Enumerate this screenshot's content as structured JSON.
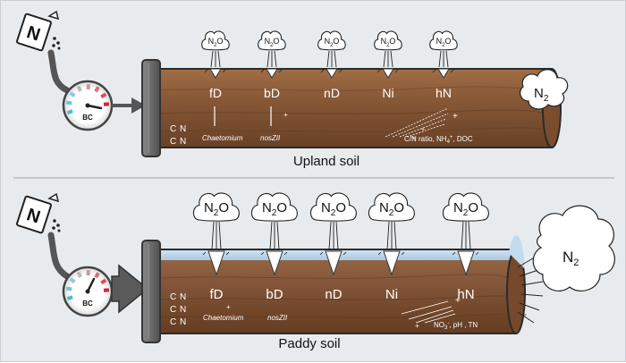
{
  "upland": {
    "title": "Upland soil",
    "processes": [
      "fD",
      "bD",
      "nD",
      "Ni",
      "hN"
    ],
    "n2o_label": "N",
    "n2o_sub": "2",
    "n2o_tail": "O",
    "n2_label": "N",
    "n2_sub": "2",
    "genes": {
      "chaetomium": "Chaetomium",
      "noszii": "nosZII"
    },
    "factors": "C/N ratio, NH",
    "factors_sub": "4",
    "factors_sup": "+",
    "factors_tail": ", DOC",
    "cn_label": [
      "C",
      "N"
    ],
    "bc_label": "BC",
    "n_bag": "N"
  },
  "paddy": {
    "title": "Paddy soil",
    "processes": [
      "fD",
      "bD",
      "nD",
      "Ni",
      "hN"
    ],
    "n2o_label": "N",
    "n2o_sub": "2",
    "n2o_tail": "O",
    "n2_label": "N",
    "n2_sub": "2",
    "genes": {
      "chaetomium": "Chaetomium",
      "noszii": "nosZII"
    },
    "factors": "NO",
    "factors_sub": "3",
    "factors_sup": "-",
    "factors_tail": ", pH , TN",
    "cn_label": [
      "C",
      "N"
    ],
    "bc_label": "BC",
    "n_bag": "N"
  },
  "colors": {
    "soil_top": "#9c6b45",
    "soil_mid": "#7d5233",
    "soil_dark": "#5e3c22",
    "water": "#b9d3e8",
    "cap": "#6e6e6e",
    "arrow": "#5f5f5f"
  }
}
